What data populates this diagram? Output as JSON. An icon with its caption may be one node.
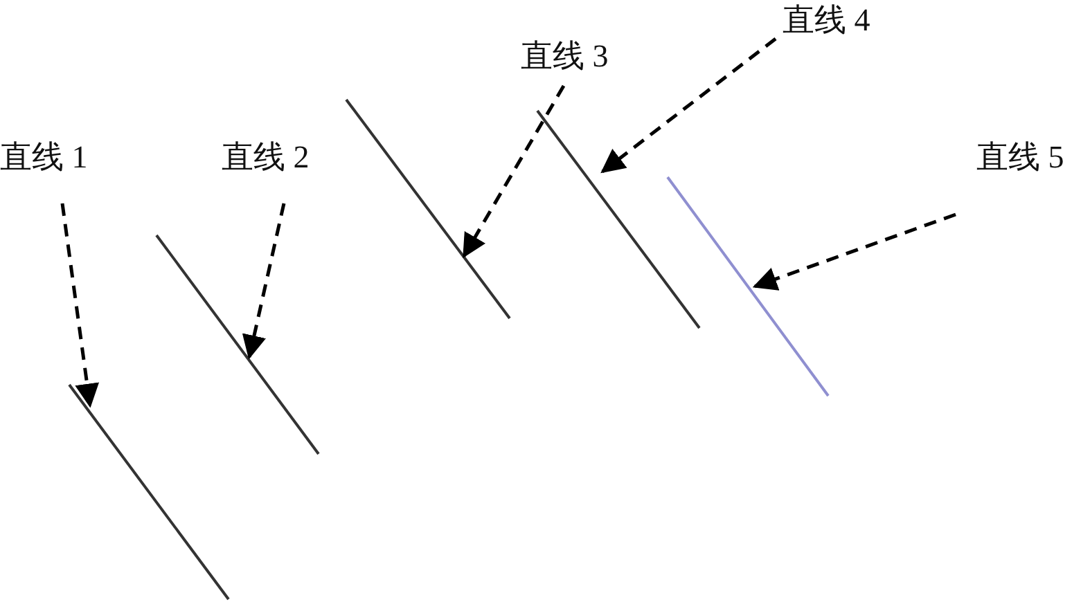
{
  "diagram": {
    "nodes": [
      {
        "text": [
          "直线 1"
        ]
      },
      {
        "text": [
          "直线 2"
        ]
      },
      {
        "text": [
          "直线 3"
        ]
      },
      {
        "text": [
          "直线 4"
        ]
      },
      {
        "text": [
          "直线 5"
        ]
      },
      {
        "text": [],
        "shape": "line"
      },
      {
        "text": [],
        "shape": "line"
      },
      {
        "text": [],
        "shape": "line"
      },
      {
        "text": [],
        "shape": "line"
      },
      {
        "text": [],
        "shape": "line"
      }
    ],
    "edges": [
      {
        "from": 0,
        "to": 5,
        "arrow": "to",
        "style": "dashed"
      },
      {
        "from": 1,
        "to": 6,
        "arrow": "to",
        "style": "dashed"
      },
      {
        "from": 2,
        "to": 7,
        "arrow": "to",
        "style": "dashed"
      },
      {
        "from": 3,
        "to": 8,
        "arrow": "to",
        "style": "dashed"
      },
      {
        "from": 4,
        "to": 9,
        "arrow": "to",
        "style": "dashed"
      }
    ]
  }
}
